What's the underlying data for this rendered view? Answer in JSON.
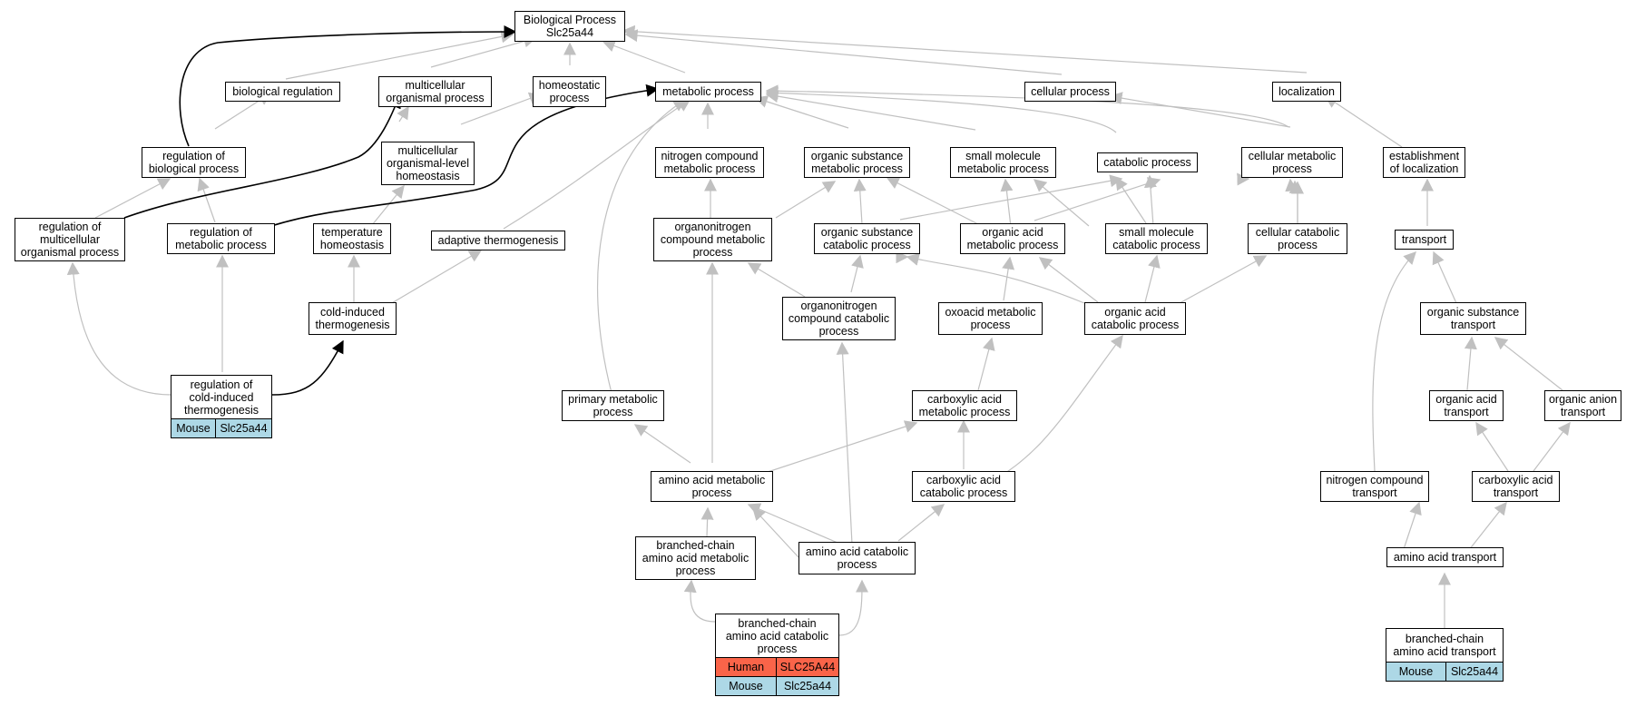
{
  "colors": {
    "edge": "#c0c0c0",
    "strong_edge": "#000000",
    "mouse": "#add8e6",
    "human": "#fa6449"
  },
  "nodes": {
    "root": "Biological Process\nSlc25a44",
    "bio_reg": "biological regulation",
    "multi_org": "multicellular\norganismal process",
    "homeostatic": "homeostatic\nprocess",
    "metabolic": "metabolic process",
    "cellular": "cellular process",
    "localization": "localization",
    "reg_bio": "regulation of\nbiological process",
    "multi_homeo": "multicellular\norganismal-level\nhomeostasis",
    "nitrogen_met": "nitrogen compound\nmetabolic process",
    "organic_sub_met": "organic substance\nmetabolic process",
    "small_mol_met": "small molecule\nmetabolic process",
    "catabolic": "catabolic process",
    "cell_met": "cellular metabolic\nprocess",
    "estab_loc": "establishment\nof localization",
    "reg_multi": "regulation of\nmulticellular\norganismal process",
    "reg_met": "regulation of\nmetabolic process",
    "temp_homeo": "temperature\nhomeostasis",
    "adaptive": "adaptive thermogenesis",
    "orgN_met": "organonitrogen\ncompound metabolic\nprocess",
    "org_sub_cat": "organic substance\ncatabolic process",
    "org_acid_met": "organic acid\nmetabolic process",
    "small_mol_cat": "small molecule\ncatabolic process",
    "cell_cat": "cellular catabolic\nprocess",
    "transport": "transport",
    "cold_thermo": "cold-induced\nthermogenesis",
    "orgN_cat": "organonitrogen\ncompound catabolic\nprocess",
    "oxoacid": "oxoacid metabolic\nprocess",
    "org_acid_cat": "organic acid\ncatabolic process",
    "org_sub_trans": "organic substance\ntransport",
    "primary_met": "primary metabolic\nprocess",
    "carbox_met": "carboxylic acid\nmetabolic process",
    "org_acid_trans": "organic acid\ntransport",
    "org_anion_trans": "organic anion\ntransport",
    "aa_met": "amino acid metabolic\nprocess",
    "carbox_cat": "carboxylic acid\ncatabolic process",
    "nitro_trans": "nitrogen compound\ntransport",
    "carbox_trans": "carboxylic acid\ntransport",
    "bc_aa_met": "branched-chain\namino acid metabolic\nprocess",
    "aa_cat": "amino acid catabolic\nprocess",
    "aa_trans": "amino acid transport",
    "reg_cold": {
      "label": "regulation of\ncold-induced\nthermogenesis",
      "genes": [
        {
          "species": "Mouse",
          "gene": "Slc25a44"
        }
      ]
    },
    "bc_aa_cat": {
      "label": "branched-chain\namino acid catabolic\nprocess",
      "genes": [
        {
          "species": "Human",
          "gene": "SLC25A44"
        },
        {
          "species": "Mouse",
          "gene": "Slc25a44"
        }
      ]
    },
    "bc_aa_trans": {
      "label": "branched-chain\namino acid transport",
      "genes": [
        {
          "species": "Mouse",
          "gene": "Slc25a44"
        }
      ]
    }
  }
}
